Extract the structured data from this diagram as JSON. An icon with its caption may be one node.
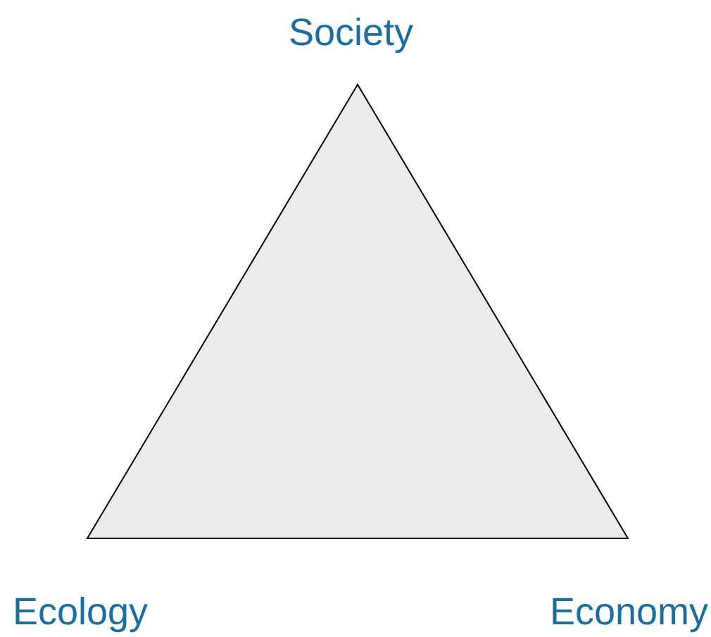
{
  "diagram": {
    "labels": [
      "Society",
      "Ecology",
      "Economy"
    ]
  }
}
